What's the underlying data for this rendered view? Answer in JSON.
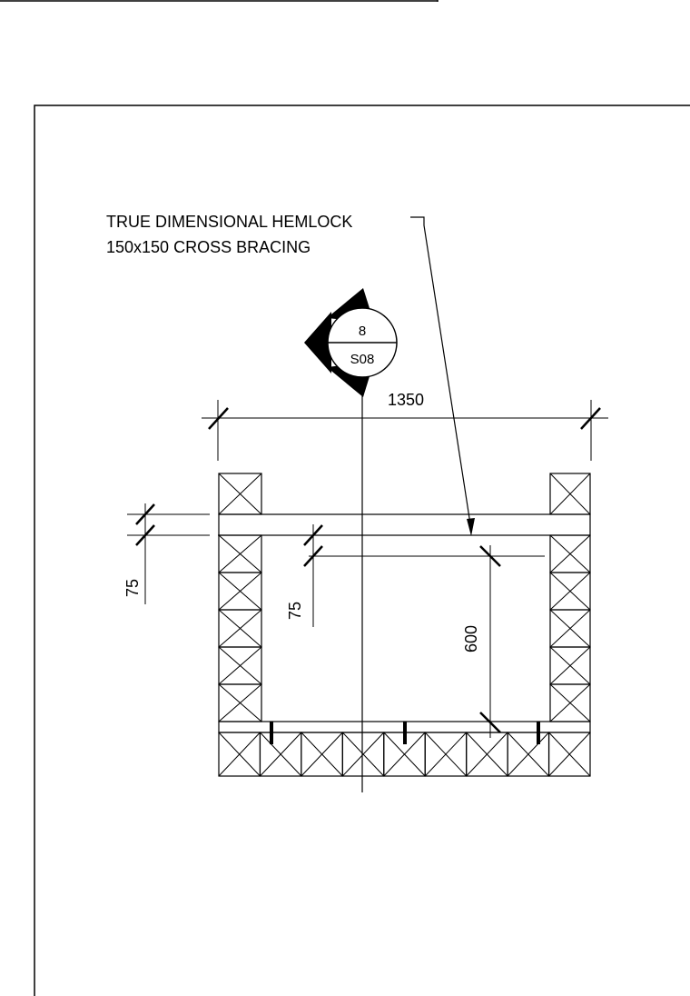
{
  "callout": {
    "line1": "TRUE DIMENSIONAL HEMLOCK",
    "line2": "150x150 CROSS BRACING"
  },
  "section_marker": {
    "number": "8",
    "sheet": "S08"
  },
  "dimensions": {
    "overall_width": "1350",
    "left_gap": "75",
    "inner_gap": "75",
    "depth": "600"
  },
  "colors": {
    "line": "#000000",
    "background": "#ffffff"
  }
}
